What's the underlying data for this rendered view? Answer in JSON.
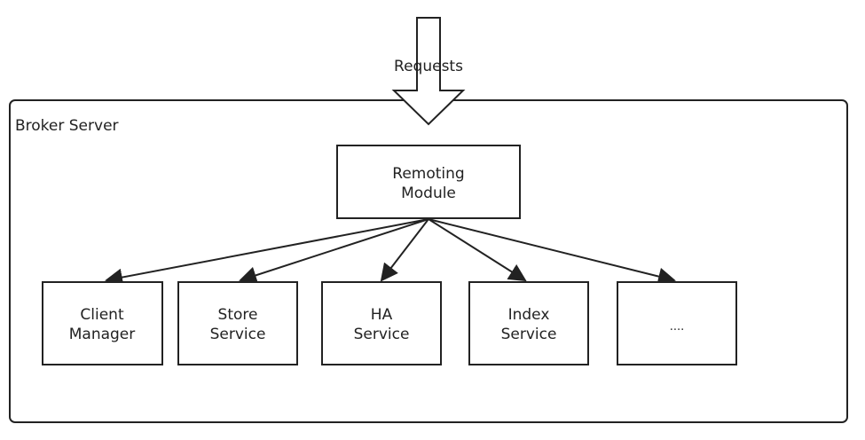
{
  "requests_label": "Requests",
  "container": {
    "label": "Broker Server"
  },
  "root": {
    "line1": "Remoting",
    "line2": "Module"
  },
  "modules": [
    {
      "line1": "Client",
      "line2": "Manager"
    },
    {
      "line1": "Store",
      "line2": "Service"
    },
    {
      "line1": "HA",
      "line2": "Service"
    },
    {
      "line1": "Index",
      "line2": "Service"
    },
    {
      "line1": "....",
      "line2": ""
    }
  ],
  "colors": {
    "stroke": "#222222",
    "background": "#ffffff"
  }
}
